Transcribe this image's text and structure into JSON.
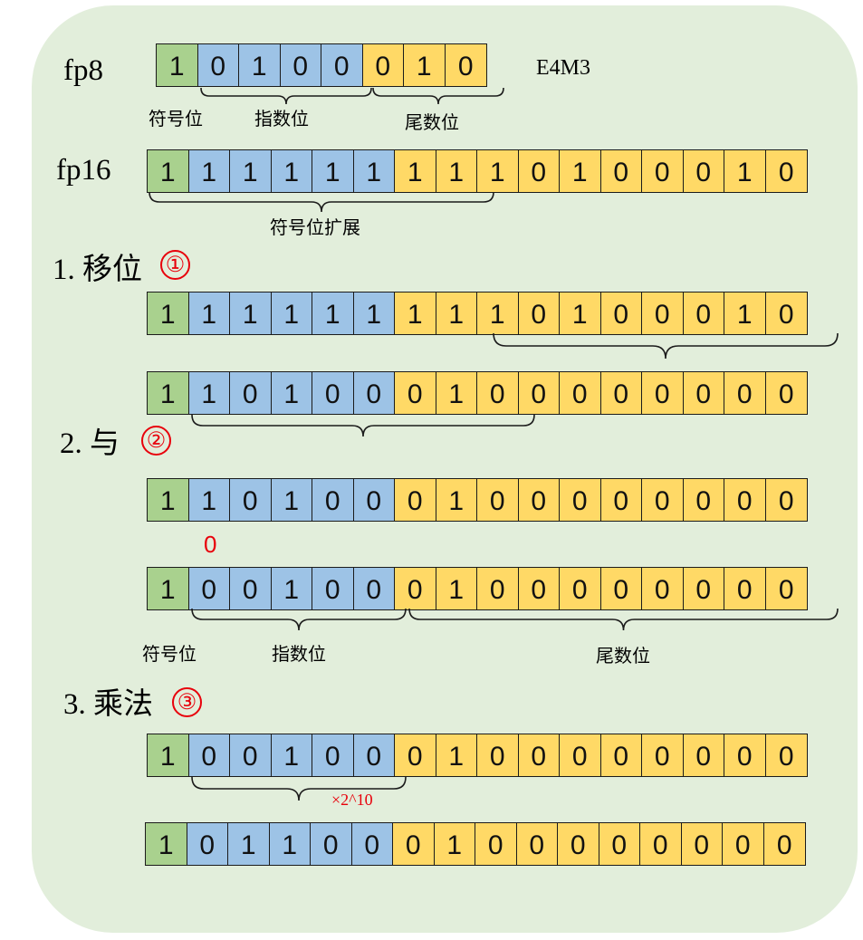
{
  "colors": {
    "sign": "#a9d18e",
    "exponent": "#9dc3e6",
    "mantissa": "#ffd966",
    "background": "#e2eedb",
    "accent": "#e8000b"
  },
  "fp8": {
    "label": "fp8",
    "format": "E4M3",
    "bits": [
      "1",
      "0",
      "1",
      "0",
      "0",
      "0",
      "1",
      "0"
    ],
    "kinds": [
      "s",
      "e",
      "e",
      "e",
      "e",
      "m",
      "m",
      "m"
    ],
    "sign_caption": "符号位",
    "exp_caption": "指数位",
    "man_caption": "尾数位"
  },
  "fp16": {
    "label": "fp16",
    "bits": [
      "1",
      "1",
      "1",
      "1",
      "1",
      "1",
      "1",
      "1",
      "1",
      "0",
      "1",
      "0",
      "0",
      "0",
      "1",
      "0"
    ],
    "kinds": [
      "s",
      "e",
      "e",
      "e",
      "e",
      "e",
      "m",
      "m",
      "m",
      "m",
      "m",
      "m",
      "m",
      "m",
      "m",
      "m"
    ],
    "sign_ext_caption": "符号位扩展"
  },
  "step1": {
    "label": "1. 移位",
    "badge": "①",
    "before_bits": [
      "1",
      "1",
      "1",
      "1",
      "1",
      "1",
      "1",
      "1",
      "1",
      "0",
      "1",
      "0",
      "0",
      "0",
      "1",
      "0"
    ],
    "after_bits": [
      "1",
      "1",
      "0",
      "1",
      "0",
      "0",
      "0",
      "1",
      "0",
      "0",
      "0",
      "0",
      "0",
      "0",
      "0",
      "0"
    ]
  },
  "step2": {
    "label": "2. 与",
    "badge": "②",
    "before_bits": [
      "1",
      "1",
      "0",
      "1",
      "0",
      "0",
      "0",
      "1",
      "0",
      "0",
      "0",
      "0",
      "0",
      "0",
      "0",
      "0"
    ],
    "and_note": "0",
    "after_bits": [
      "1",
      "0",
      "0",
      "1",
      "0",
      "0",
      "0",
      "1",
      "0",
      "0",
      "0",
      "0",
      "0",
      "0",
      "0",
      "0"
    ],
    "sign_caption": "符号位",
    "exp_caption": "指数位",
    "man_caption": "尾数位"
  },
  "step3": {
    "label": "3. 乘法",
    "badge": "③",
    "before_bits": [
      "1",
      "0",
      "0",
      "1",
      "0",
      "0",
      "0",
      "1",
      "0",
      "0",
      "0",
      "0",
      "0",
      "0",
      "0",
      "0"
    ],
    "multiplier": "×2^10",
    "after_bits": [
      "1",
      "0",
      "1",
      "1",
      "0",
      "0",
      "0",
      "1",
      "0",
      "0",
      "0",
      "0",
      "0",
      "0",
      "0",
      "0"
    ]
  },
  "fp16_kinds": [
    "s",
    "e",
    "e",
    "e",
    "e",
    "e",
    "m",
    "m",
    "m",
    "m",
    "m",
    "m",
    "m",
    "m",
    "m",
    "m"
  ]
}
